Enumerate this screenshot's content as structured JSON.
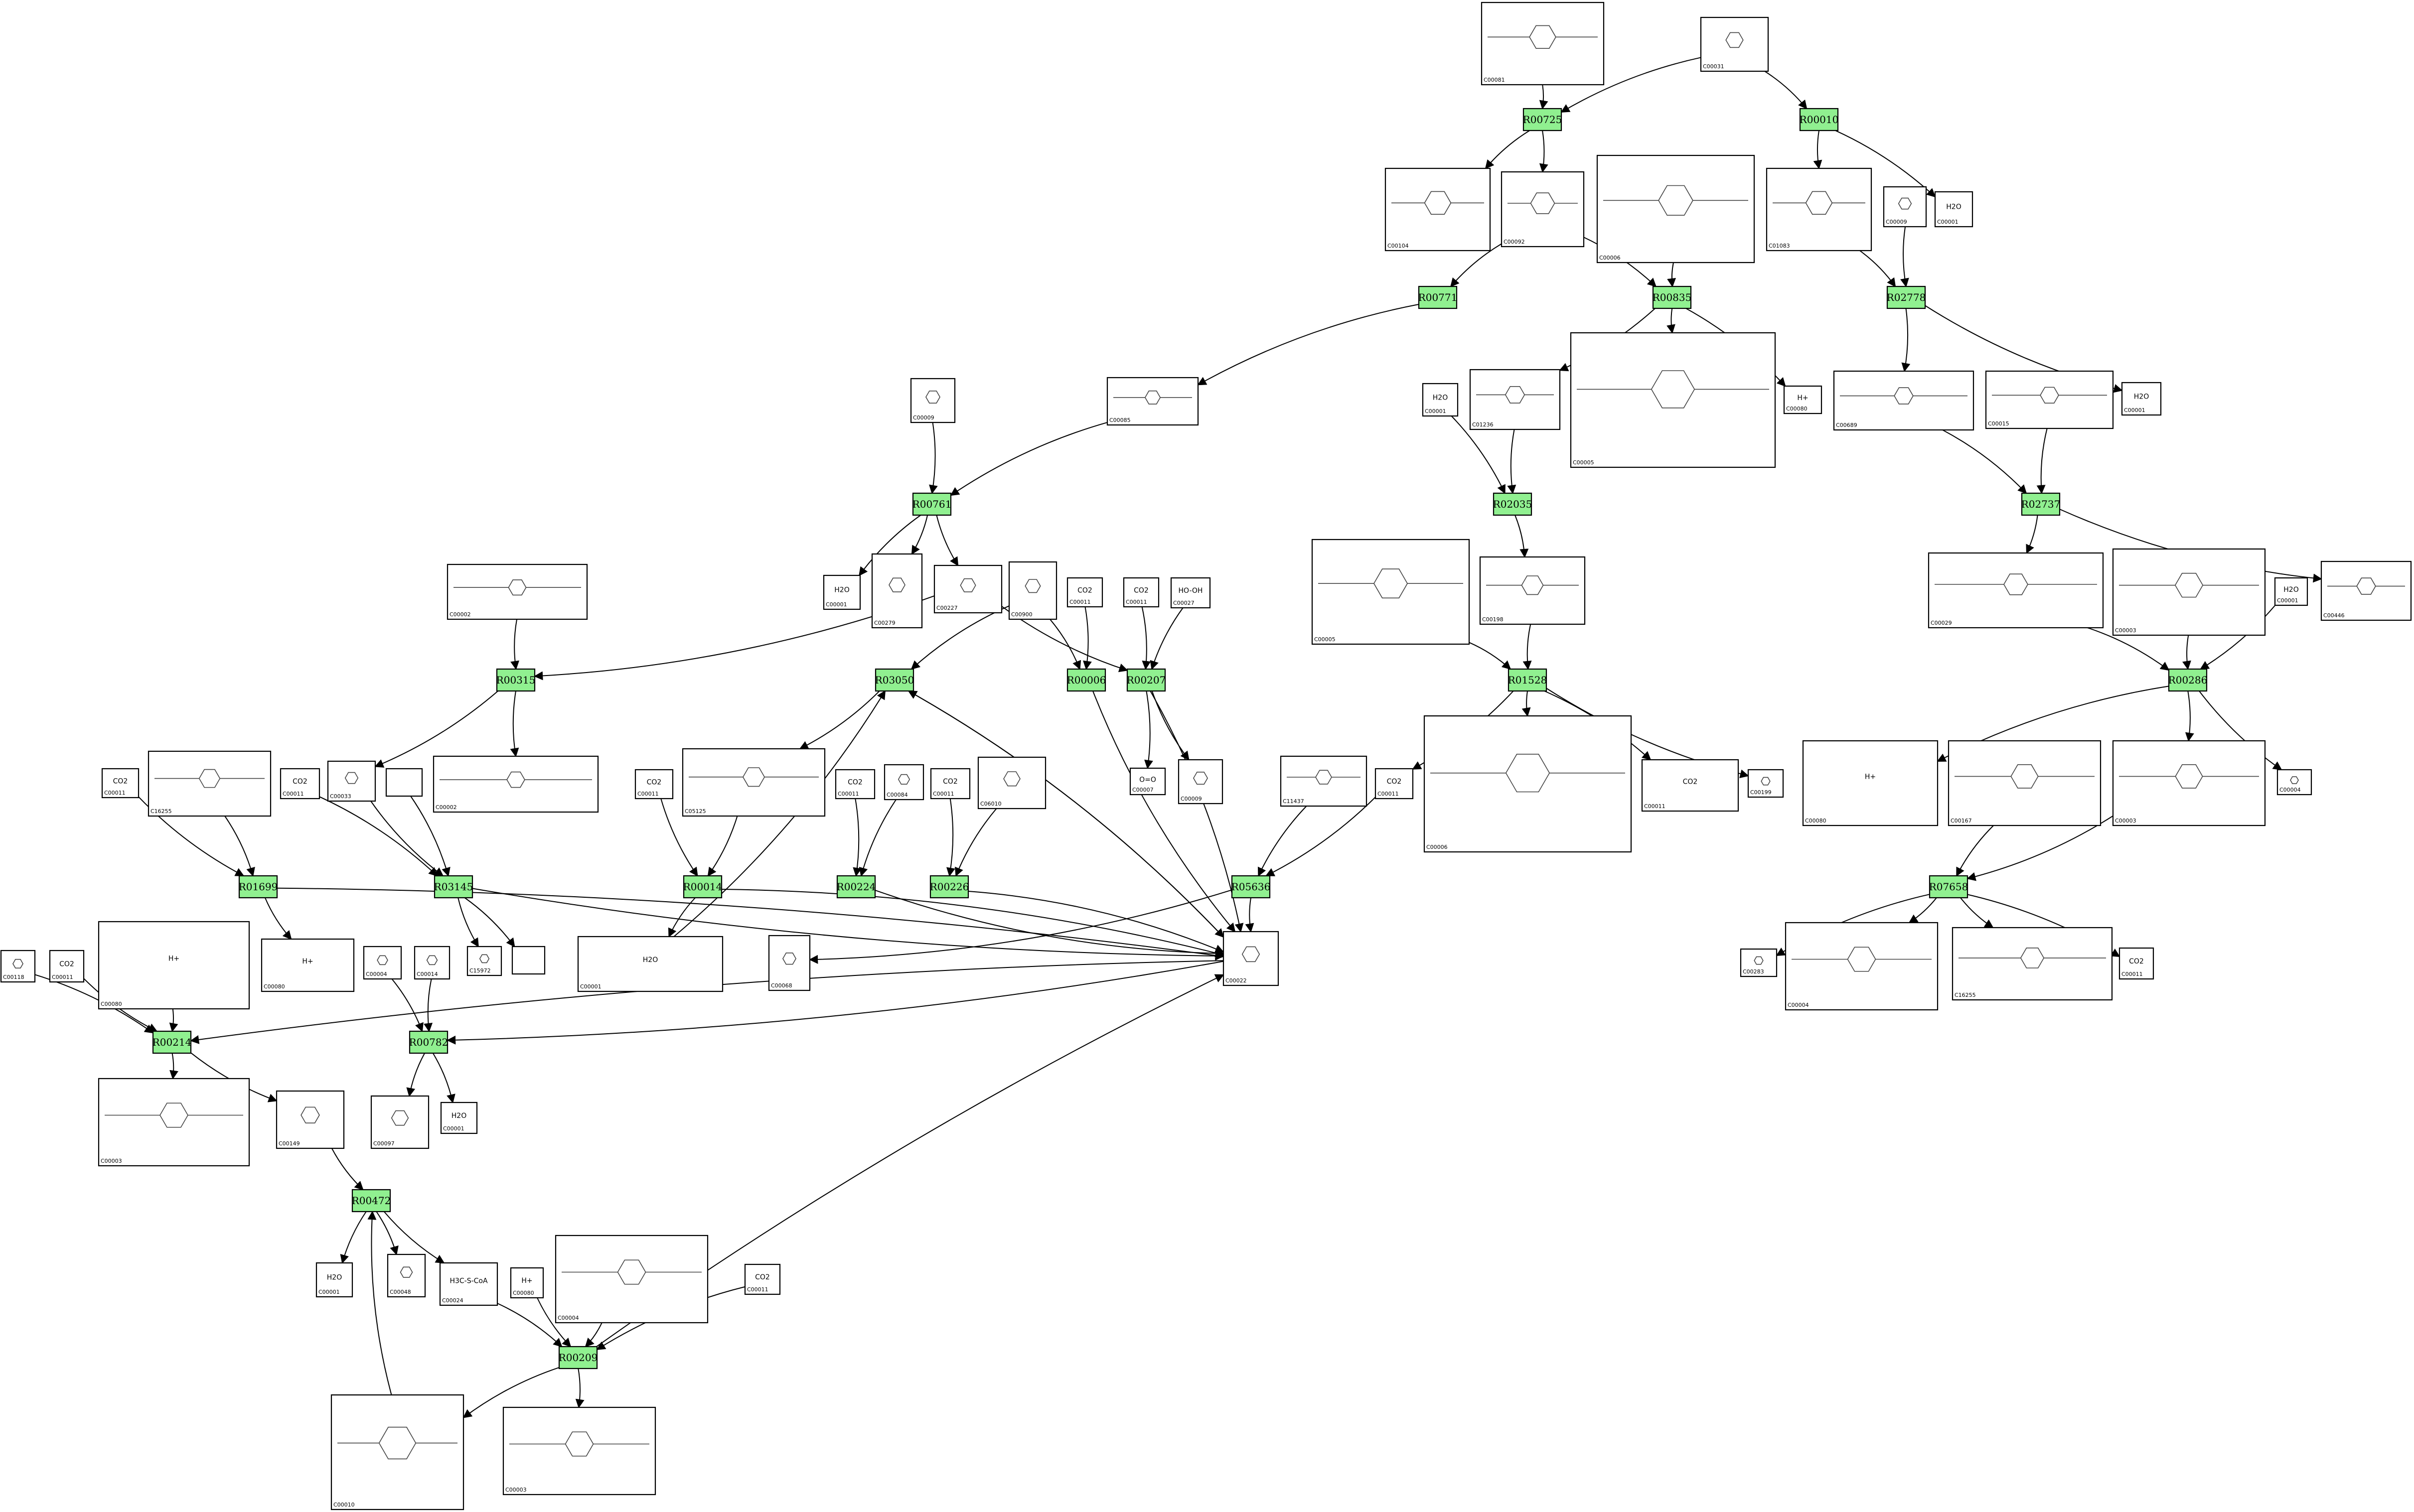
{
  "reactions": [
    {
      "id": "R00725",
      "label": "R00725"
    },
    {
      "id": "R00010",
      "label": "R00010"
    },
    {
      "id": "R00771",
      "label": "R00771"
    },
    {
      "id": "R00835",
      "label": "R00835"
    },
    {
      "id": "R02778",
      "label": "R02778"
    },
    {
      "id": "R02035",
      "label": "R02035"
    },
    {
      "id": "R00761",
      "label": "R00761"
    },
    {
      "id": "R02737",
      "label": "R02737"
    },
    {
      "id": "R00315",
      "label": "R00315"
    },
    {
      "id": "R03050",
      "label": "R03050"
    },
    {
      "id": "R00006",
      "label": "R00006"
    },
    {
      "id": "R00207",
      "label": "R00207"
    },
    {
      "id": "R01528",
      "label": "R01528"
    },
    {
      "id": "R00286",
      "label": "R00286"
    },
    {
      "id": "R01699",
      "label": "R01699"
    },
    {
      "id": "R03145",
      "label": "R03145"
    },
    {
      "id": "R00014",
      "label": "R00014"
    },
    {
      "id": "R00224",
      "label": "R00224"
    },
    {
      "id": "R00226",
      "label": "R00226"
    },
    {
      "id": "R05636",
      "label": "R05636"
    },
    {
      "id": "R07658",
      "label": "R07658"
    },
    {
      "id": "R00214",
      "label": "R00214"
    },
    {
      "id": "R00782",
      "label": "R00782"
    },
    {
      "id": "R00472",
      "label": "R00472"
    },
    {
      "id": "R00209",
      "label": "R00209"
    }
  ],
  "compounds": [
    {
      "id": "n1",
      "label": "C00081",
      "icon": "nucleotide-structure"
    },
    {
      "id": "n2",
      "label": "C00031",
      "icon": "sugar-structure"
    },
    {
      "id": "n3",
      "label": "C00104",
      "icon": "nucleotide-structure"
    },
    {
      "id": "n4",
      "label": "C00092",
      "icon": "sugar-phosphate-structure"
    },
    {
      "id": "n5",
      "label": "C00006",
      "icon": "dinucleotide-structure"
    },
    {
      "id": "n6",
      "label": "C01083",
      "icon": "sugar-structure"
    },
    {
      "id": "n7",
      "label": "C00009",
      "icon": "phosphate-structure"
    },
    {
      "id": "n8",
      "label": "C00001",
      "sym": "H2O",
      "icon": "water-structure"
    },
    {
      "id": "n9",
      "label": "C00085",
      "icon": "sugar-phosphate-structure"
    },
    {
      "id": "n10",
      "label": "C00001",
      "sym": "H2O",
      "icon": "water-structure"
    },
    {
      "id": "n11",
      "label": "C01236",
      "icon": "sugar-phosphate-structure"
    },
    {
      "id": "n12",
      "label": "C00005",
      "icon": "dinucleotide-structure"
    },
    {
      "id": "n13",
      "label": "C00080",
      "sym": "H+",
      "icon": "proton-structure"
    },
    {
      "id": "n14",
      "label": "C00689",
      "icon": "disaccharide-structure"
    },
    {
      "id": "n15",
      "label": "C00015",
      "icon": "nucleotide-structure"
    },
    {
      "id": "n16",
      "label": "C00001",
      "sym": "H2O",
      "icon": "water-structure"
    },
    {
      "id": "n17",
      "label": "C00009",
      "icon": "phosphate-structure"
    },
    {
      "id": "n18",
      "label": "C00001",
      "sym": "H2O",
      "icon": "water-structure"
    },
    {
      "id": "n19",
      "label": "C00279",
      "icon": "sugar-phosphate-structure"
    },
    {
      "id": "n20",
      "label": "C00227",
      "icon": "acetyl-phosphate-structure"
    },
    {
      "id": "n21",
      "label": "C00900",
      "icon": "keto-acid-structure"
    },
    {
      "id": "n22",
      "label": "C00011",
      "sym": "CO2",
      "icon": "carbon-dioxide-structure"
    },
    {
      "id": "n23",
      "label": "C00011",
      "sym": "CO2",
      "icon": "carbon-dioxide-structure"
    },
    {
      "id": "n24",
      "label": "C00027",
      "sym": "HO-OH",
      "icon": "peroxide-structure"
    },
    {
      "id": "n25",
      "label": "C00005",
      "icon": "dinucleotide-structure"
    },
    {
      "id": "n26",
      "label": "C00198",
      "icon": "sugar-acid-structure"
    },
    {
      "id": "n27",
      "label": "C00029",
      "icon": "nucleotide-sugar-structure"
    },
    {
      "id": "n28",
      "label": "C00003",
      "icon": "dinucleotide-structure"
    },
    {
      "id": "n29",
      "label": "C00001",
      "sym": "H2O",
      "icon": "water-structure"
    },
    {
      "id": "n30",
      "label": "C00446",
      "icon": "sugar-phosphate-structure"
    },
    {
      "id": "n31",
      "label": "C00002",
      "icon": "nucleotide-structure"
    },
    {
      "id": "n32",
      "label": "C00033",
      "icon": "acetate-structure"
    },
    {
      "id": "n33",
      "label": "C00002",
      "icon": "nucleotide-structure"
    },
    {
      "id": "n34",
      "label": "C00011",
      "sym": "CO2",
      "icon": "carbon-dioxide-structure"
    },
    {
      "id": "n35",
      "label": "C16255",
      "icon": "lipoyl-structure"
    },
    {
      "id": "n36",
      "label": "C00011",
      "sym": "CO2",
      "icon": "carbon-dioxide-structure"
    },
    {
      "id": "n37",
      "label": "",
      "icon": "empty-node"
    },
    {
      "id": "n38",
      "label": "C00011",
      "sym": "CO2",
      "icon": "carbon-dioxide-structure"
    },
    {
      "id": "n39",
      "label": "C05125",
      "icon": "thiamine-structure"
    },
    {
      "id": "n40",
      "label": "C00011",
      "sym": "CO2",
      "icon": "carbon-dioxide-structure"
    },
    {
      "id": "n41",
      "label": "C00084",
      "icon": "aldehyde-structure"
    },
    {
      "id": "n42",
      "label": "C00011",
      "sym": "CO2",
      "icon": "carbon-dioxide-structure"
    },
    {
      "id": "n43",
      "label": "C06010",
      "icon": "keto-acid-structure"
    },
    {
      "id": "n44",
      "label": "C00007",
      "sym": "O=O",
      "icon": "oxygen-structure"
    },
    {
      "id": "n45",
      "label": "C00009",
      "icon": "phosphate-structure"
    },
    {
      "id": "n46",
      "label": "C00006",
      "icon": "dinucleotide-structure"
    },
    {
      "id": "n47",
      "label": "C11437",
      "icon": "sugar-phosphate-structure"
    },
    {
      "id": "n48",
      "label": "C00011",
      "sym": "CO2",
      "icon": "carbon-dioxide-structure"
    },
    {
      "id": "n49",
      "label": "C00011",
      "sym": "CO2",
      "icon": "carbon-dioxide-structure"
    },
    {
      "id": "n50",
      "label": "C00199",
      "icon": "sugar-phosphate-structure"
    },
    {
      "id": "n51",
      "label": "C00080",
      "sym": "H+",
      "icon": "proton-structure"
    },
    {
      "id": "n52",
      "label": "C00167",
      "icon": "nucleotide-sugar-structure"
    },
    {
      "id": "n53",
      "label": "C00003",
      "icon": "dinucleotide-structure"
    },
    {
      "id": "n54",
      "label": "C00004",
      "icon": "dinucleotide-structure"
    },
    {
      "id": "n55",
      "label": "C00080",
      "sym": "H+",
      "icon": "proton-structure"
    },
    {
      "id": "n56",
      "label": "C15972",
      "icon": "lipoyl-structure"
    },
    {
      "id": "n57",
      "label": "",
      "icon": "empty-node"
    },
    {
      "id": "n58",
      "label": "C00001",
      "sym": "H2O",
      "icon": "water-structure"
    },
    {
      "id": "n59",
      "label": "C00068",
      "icon": "thiamine-structure"
    },
    {
      "id": "n60",
      "label": "C00022",
      "icon": "pyruvate-structure"
    },
    {
      "id": "n61",
      "label": "C00118",
      "icon": "glyceraldehyde-structure"
    },
    {
      "id": "n62",
      "label": "C00011",
      "sym": "CO2",
      "icon": "carbon-dioxide-structure"
    },
    {
      "id": "n63",
      "label": "C00080",
      "sym": "H+",
      "icon": "proton-structure"
    },
    {
      "id": "n64",
      "label": "C00004",
      "icon": "dinucleotide-structure"
    },
    {
      "id": "n65",
      "label": "C00014",
      "icon": "ammonia-structure"
    },
    {
      "id": "n66",
      "label": "C00283",
      "icon": "hydrogen-sulfide-structure"
    },
    {
      "id": "n67",
      "label": "C00004",
      "icon": "dinucleotide-structure"
    },
    {
      "id": "n68",
      "label": "C16255",
      "icon": "nucleotide-sugar-structure"
    },
    {
      "id": "n69",
      "label": "C00011",
      "sym": "CO2",
      "icon": "carbon-dioxide-structure"
    },
    {
      "id": "n70",
      "label": "C00003",
      "icon": "dinucleotide-structure"
    },
    {
      "id": "n71",
      "label": "C00149",
      "icon": "malate-structure"
    },
    {
      "id": "n72",
      "label": "C00097",
      "icon": "cysteine-structure"
    },
    {
      "id": "n73",
      "label": "C00001",
      "sym": "H2O",
      "icon": "water-structure"
    },
    {
      "id": "n74",
      "label": "C00001",
      "sym": "H2O",
      "icon": "water-structure"
    },
    {
      "id": "n75",
      "label": "C00048",
      "icon": "glyoxylate-structure"
    },
    {
      "id": "n76",
      "label": "C00024",
      "sym": "H3C-S-CoA",
      "icon": "acetyl-coa-structure"
    },
    {
      "id": "n77",
      "label": "C00080",
      "sym": "H+",
      "icon": "proton-structure"
    },
    {
      "id": "n78",
      "label": "C00004",
      "icon": "dinucleotide-structure"
    },
    {
      "id": "n79",
      "label": "C00011",
      "sym": "CO2",
      "icon": "carbon-dioxide-structure"
    },
    {
      "id": "n80",
      "label": "C00010",
      "icon": "coenzyme-a-structure"
    },
    {
      "id": "n81",
      "label": "C00003",
      "icon": "dinucleotide-structure"
    }
  ]
}
